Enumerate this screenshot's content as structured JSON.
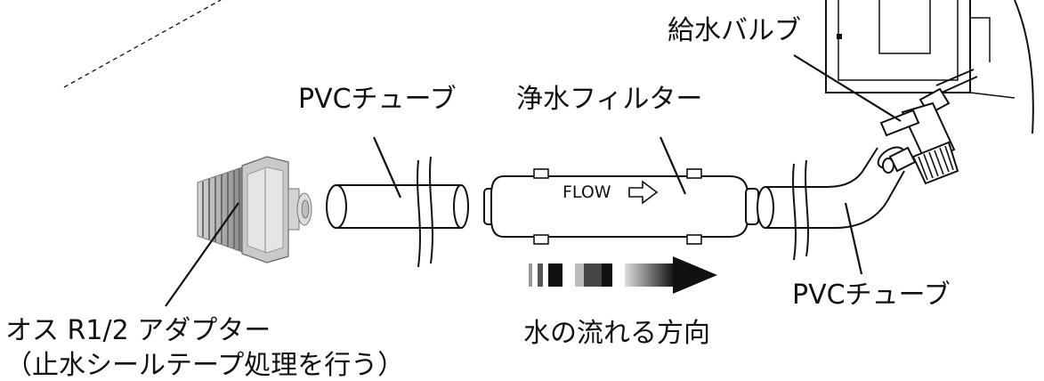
{
  "labels": {
    "pvc_tube_left": "PVCチューブ",
    "water_filter": "浄水フィルター",
    "supply_valve": "給水バルブ",
    "pvc_tube_right": "PVCチューブ",
    "flow_direction": "水の流れる方向",
    "adapter_line1": "オス R1/2 アダプター",
    "adapter_line2": "（止水シールテープ処理を行う）"
  },
  "filter": {
    "flow_label": "FLOW"
  }
}
